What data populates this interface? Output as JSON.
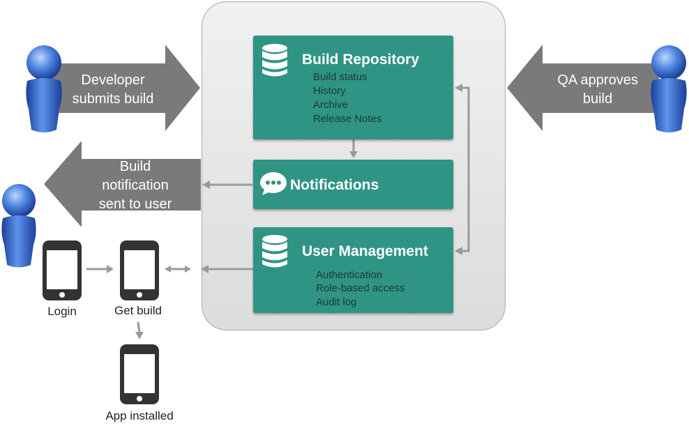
{
  "colors": {
    "box_fill": "#2f9484",
    "box_item_text": "#1c3a33",
    "arrow_fill": "#7a7a7a",
    "container_fill": "#e6e6e6",
    "connector": "#9a9a9a",
    "phone": "#333333",
    "user_icon": "#3a6fd0"
  },
  "icons": {
    "database": "database-icon",
    "chat": "chat-bubble-icon",
    "user": "user-figure-icon",
    "phone": "smartphone-icon"
  },
  "arrows": {
    "developer": {
      "line1": "Developer",
      "line2": "submits build"
    },
    "qa": {
      "line1": "QA approves",
      "line2": "build"
    },
    "notification": {
      "line1": "Build",
      "line2": "notification",
      "line3": "sent to user"
    }
  },
  "boxes": {
    "build_repository": {
      "title": "Build Repository",
      "items": [
        "Build status",
        "History",
        "Archive",
        "Release Notes"
      ]
    },
    "notifications": {
      "title": "Notifications"
    },
    "user_management": {
      "title": "User Management",
      "items": [
        "Authentication",
        "Role-based access",
        "Audit log"
      ]
    }
  },
  "phones": {
    "login": "Login",
    "get_build": "Get build",
    "app_installed": "App installed"
  }
}
